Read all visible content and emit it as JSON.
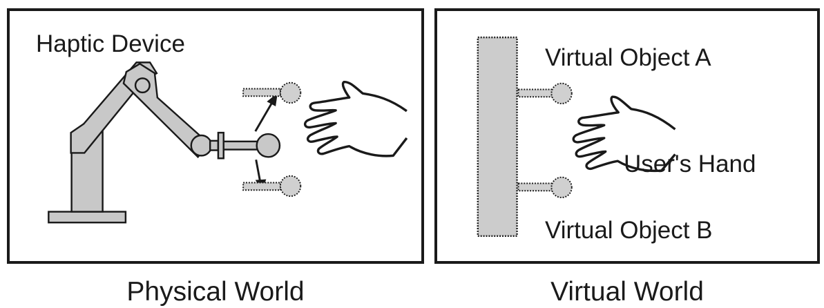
{
  "physical_world": {
    "caption": "Physical World",
    "device_label": "Haptic Device"
  },
  "virtual_world": {
    "caption": "Virtual World",
    "object_a_label": "Virtual Object A",
    "object_b_label": "Virtual Object B",
    "hand_label": "User's Hand"
  },
  "colors": {
    "ink": "#1a1a1a",
    "fill_gray": "#c8c8c8",
    "background": "#ffffff"
  }
}
